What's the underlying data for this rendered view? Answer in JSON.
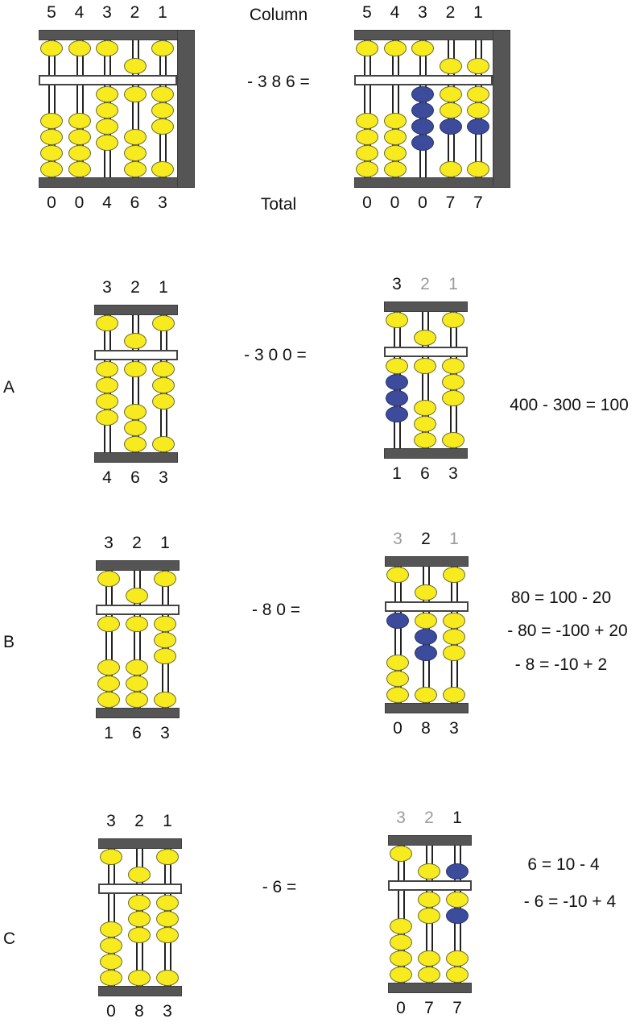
{
  "colors": {
    "bead": "#f7ea1e",
    "moved_bead": "#3c4b9b",
    "frame": "#555555",
    "label_muted": "#9b9b9b"
  },
  "header": {
    "column_label": "Column",
    "total_label": "Total",
    "operation": "- 3 8 6 ="
  },
  "top": {
    "before": {
      "columns": [
        "5",
        "4",
        "3",
        "2",
        "1"
      ],
      "digits": [
        "0",
        "0",
        "4",
        "6",
        "3"
      ],
      "heaven": [
        false,
        false,
        false,
        true,
        false
      ],
      "earth_up": [
        0,
        0,
        4,
        1,
        3
      ],
      "moved_heaven": [
        false,
        false,
        false,
        false,
        false
      ],
      "moved_earth_up": [
        0,
        0,
        0,
        0,
        0
      ]
    },
    "after": {
      "columns": [
        "5",
        "4",
        "3",
        "2",
        "1"
      ],
      "digits": [
        "0",
        "0",
        "0",
        "7",
        "7"
      ],
      "heaven": [
        false,
        false,
        false,
        true,
        true
      ],
      "earth_up": [
        0,
        0,
        0,
        2,
        2
      ],
      "moved_heaven": [
        false,
        false,
        false,
        false,
        false
      ],
      "moved_earth_up": [
        0,
        0,
        4,
        1,
        1
      ]
    }
  },
  "steps": [
    {
      "letter": "A",
      "operation": "- 3 0 0 =",
      "notes": [
        "400 - 300 = 100"
      ],
      "before": {
        "columns": [
          "3",
          "2",
          "1"
        ],
        "digits": [
          "4",
          "6",
          "3"
        ],
        "heaven": [
          false,
          true,
          false
        ],
        "earth_up": [
          4,
          1,
          3
        ],
        "moved_heaven": [
          false,
          false,
          false
        ],
        "moved_earth_up": [
          0,
          0,
          0
        ]
      },
      "after": {
        "columns": [
          "3",
          "2",
          "1"
        ],
        "active_column": 0,
        "digits": [
          "1",
          "6",
          "3"
        ],
        "heaven": [
          false,
          true,
          false
        ],
        "earth_up": [
          1,
          1,
          3
        ],
        "moved_heaven": [
          false,
          false,
          false
        ],
        "moved_earth_up": [
          3,
          0,
          0
        ]
      }
    },
    {
      "letter": "B",
      "operation": "- 8 0 =",
      "notes": [
        "80 = 100 - 20",
        "- 80 = -100 + 20",
        "- 8 = -10 + 2"
      ],
      "before": {
        "columns": [
          "3",
          "2",
          "1"
        ],
        "digits": [
          "1",
          "6",
          "3"
        ],
        "heaven": [
          false,
          true,
          false
        ],
        "earth_up": [
          1,
          1,
          3
        ],
        "moved_heaven": [
          false,
          false,
          false
        ],
        "moved_earth_up": [
          0,
          0,
          0
        ]
      },
      "after": {
        "columns": [
          "3",
          "2",
          "1"
        ],
        "active_column": 1,
        "digits": [
          "0",
          "8",
          "3"
        ],
        "heaven": [
          false,
          true,
          false
        ],
        "earth_up": [
          0,
          1,
          3
        ],
        "moved_heaven": [
          false,
          false,
          false
        ],
        "moved_earth_up": [
          1,
          2,
          0
        ]
      }
    },
    {
      "letter": "C",
      "operation": "- 6 =",
      "notes": [
        "6 = 10 - 4",
        "- 6 = -10 + 4"
      ],
      "before": {
        "columns": [
          "3",
          "2",
          "1"
        ],
        "digits": [
          "0",
          "8",
          "3"
        ],
        "heaven": [
          false,
          true,
          false
        ],
        "earth_up": [
          0,
          3,
          3
        ],
        "moved_heaven": [
          false,
          false,
          false
        ],
        "moved_earth_up": [
          0,
          0,
          0
        ]
      },
      "after": {
        "columns": [
          "3",
          "2",
          "1"
        ],
        "active_column": 2,
        "digits": [
          "0",
          "7",
          "7"
        ],
        "heaven": [
          false,
          true,
          false
        ],
        "earth_up": [
          0,
          2,
          1
        ],
        "moved_heaven": [
          false,
          false,
          true
        ],
        "moved_earth_up": [
          0,
          0,
          1
        ]
      }
    }
  ]
}
